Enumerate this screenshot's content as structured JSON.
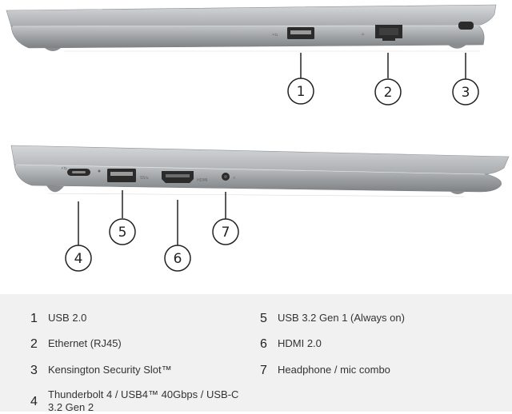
{
  "callouts": [
    {
      "number": "1",
      "label": "USB 2.0"
    },
    {
      "number": "2",
      "label": "Ethernet (RJ45)"
    },
    {
      "number": "3",
      "label": "Kensington Security Slot™"
    },
    {
      "number": "4",
      "label": "Thunderbolt 4 / USB4™ 40Gbps / USB-C 3.2 Gen 2"
    },
    {
      "number": "5",
      "label": "USB 3.2 Gen 1 (Always on)"
    },
    {
      "number": "6",
      "label": "HDMI 2.0"
    },
    {
      "number": "7",
      "label": "Headphone / mic combo"
    }
  ],
  "port_labels": {
    "hdmi": "HDMI"
  },
  "colors": {
    "chassis": "#b9bcbf",
    "chassis_dark": "#8e9194",
    "legend_bg": "#f1f1f1",
    "port": "#2b2b2b"
  }
}
